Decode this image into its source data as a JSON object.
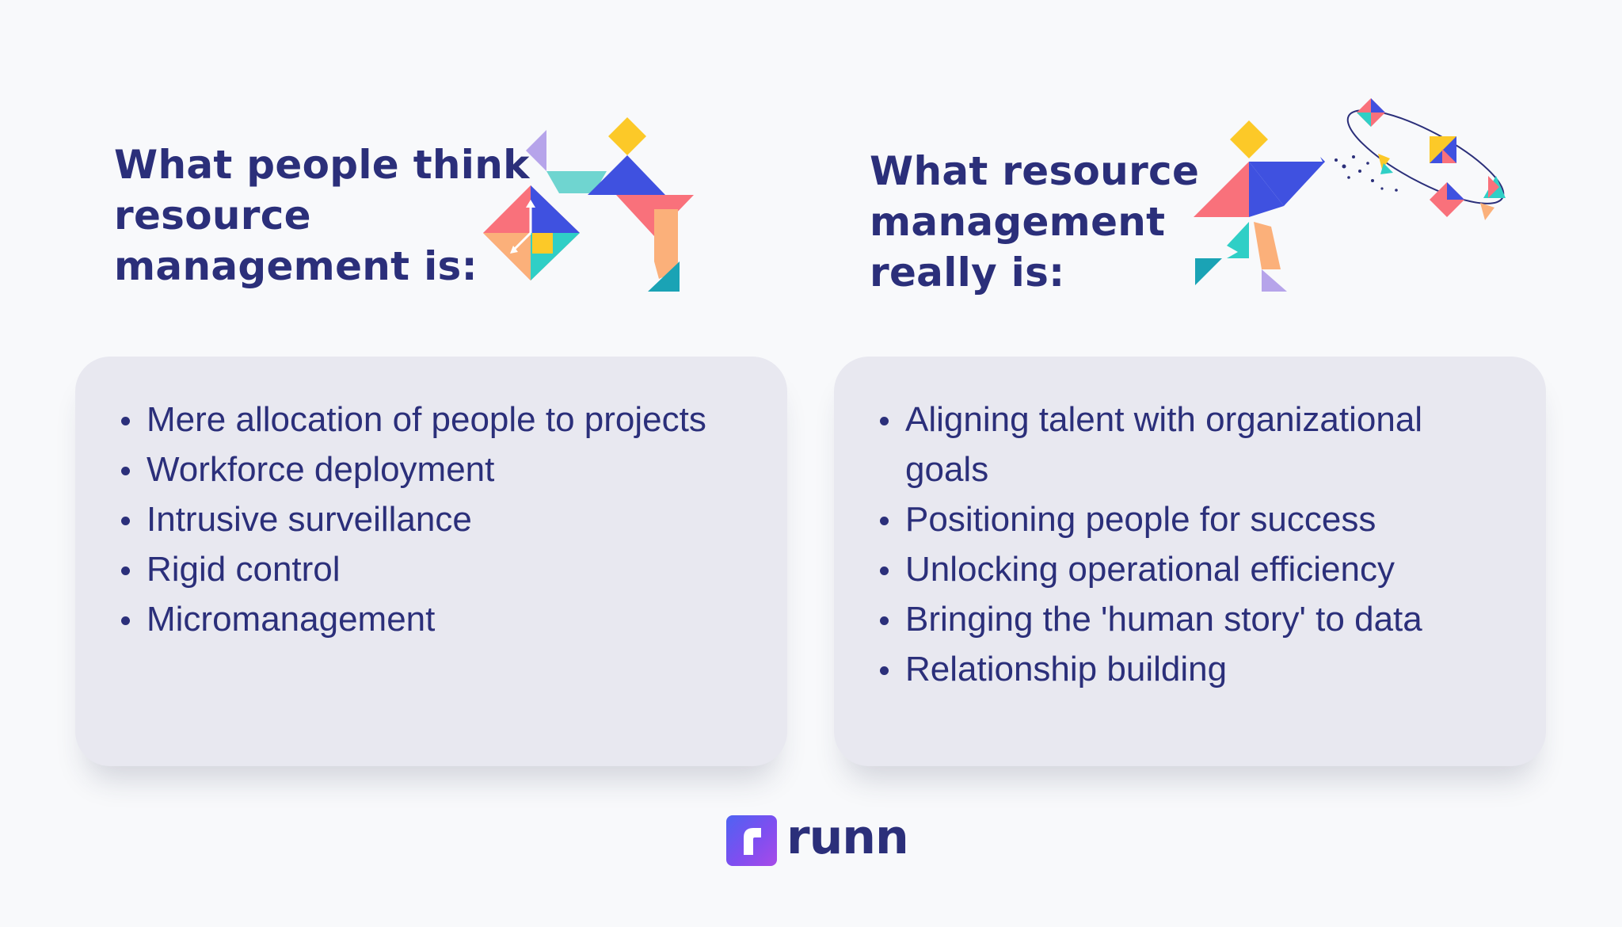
{
  "left": {
    "heading_lines": [
      "What people think",
      "resource",
      "management is:"
    ],
    "items": [
      "Mere allocation of people to projects",
      "Workforce deployment",
      "Intrusive surveillance",
      "Rigid control",
      "Micromanagement"
    ],
    "illustration": "tangram-figure-carrying-clock-icon"
  },
  "right": {
    "heading_lines": [
      "What resource",
      "management",
      "really is:"
    ],
    "items": [
      "Aligning talent with organizational goals",
      "Positioning people for success",
      "Unlocking operational efficiency",
      "Bringing the 'human story' to data",
      "Relationship building"
    ],
    "illustration": "tangram-figure-juggling-icon"
  },
  "logo": {
    "text": "runn",
    "icon": "runn-logo-icon"
  },
  "colors": {
    "text": "#2b2f7a",
    "card": "#e8e8f0",
    "background": "#f8f9fb",
    "yellow": "#fcc928",
    "blue": "#3f51e0",
    "coral": "#f9717b",
    "teal": "#2fcfc6",
    "peach": "#fbb07a",
    "lavender": "#b6a4ea",
    "darkteal": "#1aa3b5"
  }
}
